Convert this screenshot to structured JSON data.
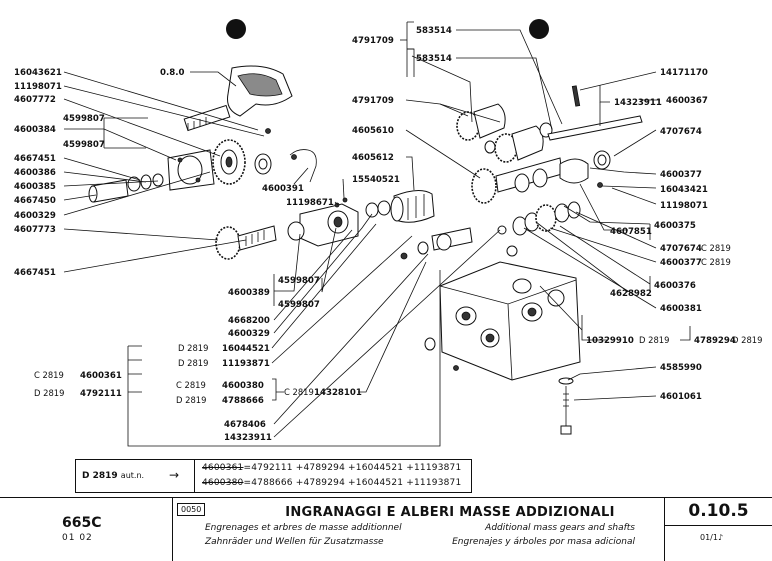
{
  "labels": {
    "l_16043621": "16043621",
    "l_11198071a": "11198071",
    "l_4607772": "4607772",
    "l_4600384": "4600384",
    "l_4599807a": "4599807",
    "l_4599807b": "4599807",
    "l_4667451a": "4667451",
    "l_4600386": "4600386",
    "l_4600385": "4600385",
    "l_4667450": "4667450",
    "l_4600329a": "4600329",
    "l_4607773": "4607773",
    "l_4667451b": "4667451",
    "l_080": "0.8.0",
    "l_4600391": "4600391",
    "l_15540521": "15540521",
    "l_11198671": "11198671",
    "l_4599807c": "4599807",
    "l_4600389": "4600389",
    "l_4599807d": "4599807",
    "l_4668200": "4668200",
    "l_4600329b": "4600329",
    "l_d2819_16044521": "D 2819",
    "l_16044521": "16044521",
    "l_d2819_11193871": "D 2819",
    "l_11193871": "11193871",
    "l_c2819_4600361": "C 2819",
    "l_4600361": "4600361",
    "l_d2819_4792111": "D 2819",
    "l_4792111": "4792111",
    "l_c2819_4600380": "C 2819",
    "l_4600380": "4600380",
    "l_d2819_4788666": "D 2819",
    "l_4788666": "4788666",
    "l_c2819_14328101": "C 2819",
    "l_14328101": "14328101",
    "l_4678406": "4678406",
    "l_14323911a": "14323911",
    "l_4791709a": "4791709",
    "l_583514a": "583514",
    "l_583514b": "583514",
    "l_4791709b": "4791709",
    "l_4605610": "4605610",
    "l_4605612": "4605612",
    "l_14171170": "14171170",
    "l_14323911b": "14323911",
    "l_4600367": "4600367",
    "l_4707674a": "4707674",
    "l_4600377a": "4600377",
    "l_16043421": "16043421",
    "l_11198071b": "11198071",
    "l_4600375": "4600375",
    "l_4607851": "4607851",
    "l_4707674b": "4707674",
    "l_c2819a": "C 2819",
    "l_4600377b": "4600377",
    "l_c2819b": "C 2819",
    "l_4600376": "4600376",
    "l_4628982": "4628982",
    "l_4600381": "4600381",
    "l_10329910": "10329910",
    "l_d2819c": "D 2819",
    "l_4789294": "4789294",
    "l_d2819d": "D 2819",
    "l_4585990": "4585990",
    "l_4601061": "4601061"
  },
  "notes": {
    "tag": "D 2819",
    "tag_suffix": "aut.n.",
    "arrow": "→",
    "row1_old": "4600361",
    "row1_rest": "=4792111 +4789294 +16044521 +11193871",
    "row2_old": "4600380",
    "row2_rest": "=4788666 +4789294 +16044521 +11193871"
  },
  "footer": {
    "model": "665C",
    "model_sub": "01  02",
    "code": "0050",
    "title": "INGRANAGGI E ALBERI MASSE ADDIZIONALI",
    "title_fr": "Engrenages et arbres de masse additionnel",
    "title_en": "Additional mass gears and shafts",
    "title_de": "Zahnräder und Wellen für Zusatzmasse",
    "title_es": "Engrenajes y árboles por masa adicional",
    "page_code": "0.10.5",
    "page_no": "01/1♪"
  }
}
